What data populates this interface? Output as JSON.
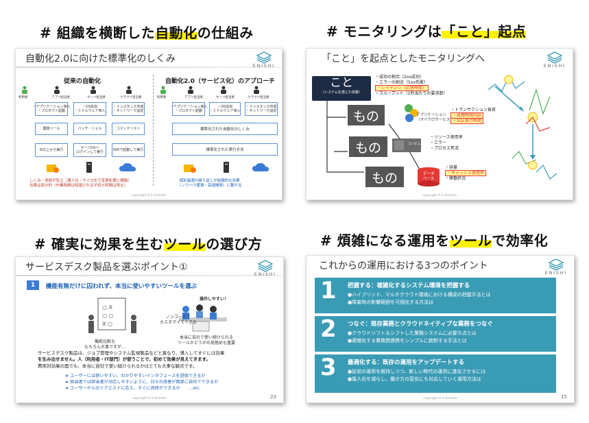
{
  "headings": {
    "h1": {
      "pre": "# 組織を横断した",
      "hl": "自動化",
      "post": "の仕組み"
    },
    "h2": {
      "pre": "# モニタリングは",
      "hl": "「こと」起点",
      "post": ""
    },
    "h3": {
      "pre": "# 確実に効果を生む",
      "hl": "ツール",
      "post": "の選び方"
    },
    "h4": {
      "pre": "# 煩雑になる運用を",
      "hl": "ツール",
      "post": "で効率化"
    }
  },
  "logo_text": "ENISHI",
  "copyright": "copyright X.X Aniseito",
  "slide1": {
    "title": "自動化2.0に向けた標準化のしくみ",
    "left_title": "従来の自動化",
    "right_title": "自動化2.0（サービス化）のアプローチ",
    "roles": [
      "利用者",
      "アプリ担当者",
      "サーバ担当者",
      "クラウド担当者"
    ],
    "left_boxes": {
      "row1": [
        "・アプリケーション導入\n・プロダクト起動",
        "・OS追加\n・ミドルウェア導入",
        "・インスタンス作成\n・ネットワーク設定"
      ],
      "row2": [
        "業務ツール",
        "バッチ・シェル",
        "コマンドリスト"
      ],
      "row3": [
        "ISの上から実行",
        "サーバOSへ\nログインして実行",
        "ISRIで起動して実行"
      ]
    },
    "right_boxes": {
      "row1": [
        "・アプリケーション導入\n・プロダクト起動",
        "・OS追加\n・ミドルウェア導入",
        "・インスタンス作成\n・ネットワーク設定"
      ],
      "row2": "標準化された自動化のしくみ",
      "row3": "標準化された実行方法"
    },
    "note_left": [
      "しくみ・体制が乱立（属人化・サイロ化で変更影響に課題）",
      "効果は部分的（作業時間は短縮されるが待ち時間は残る）"
    ],
    "note_right": [
      "個別最適の繰り返しが組織的な効果",
      "（ノウハウ蓄積・高速開発）に繋がる"
    ]
  },
  "slide2": {
    "title": "「こと」を起点としたモニタリングへ",
    "koto": "こと",
    "koto_sub": "（システムを通じた体験）",
    "koto_bullets": [
      "・成功の割合（2xx成功）",
      "・エラーの割合（5xx失敗）",
      "・レイテンシ（応答時間）",
      "・スループット（1秒当たりの要求数）"
    ],
    "mono": "もの",
    "app_label": [
      "アプリケーション",
      "（マイクロサービス）"
    ],
    "app_bullets": [
      "・トランザクション負荷",
      "・処理時間内訳",
      "・SQL実行時間"
    ],
    "compute_label": "コンピューティング",
    "compute_bullets": [
      "・リソース使用率",
      "・エラー",
      "・プロセス死活"
    ],
    "db_label": [
      "データ",
      "ベース"
    ],
    "db_bullets": [
      "・容量",
      "・キャッシュ使用率",
      "・稼働状況"
    ]
  },
  "slide3": {
    "title": "サービスデスク製品を選ぶポイント①",
    "badge": "1",
    "head": "機能有無だけに囚われず、本当に使いやすいツールを選ぶ",
    "caption_left": [
      "機能比較も",
      "もちろん大事ですが…"
    ],
    "caption_right": [
      "本当に自社で使い続けられる",
      "ツールかどうかの見極めも重要"
    ],
    "bubble1": "操作しやすい！",
    "bubble2": [
      "ノンコードで",
      "カスタマイズできる"
    ],
    "body": [
      "サービスデスク製品は、ジョブ管理やシステム監視製品などと異なり、導入してすぐには効果",
      "を生み出せません。人（利用者・IT部門）が使うことで、初めて効果が見えてきます。",
      "費用対効果の面でも、本当に自社で使い続けられるかはとても大事な観点です。"
    ],
    "list": [
      "➤ ユーザーには使いやすい、わかりやすいインタフェースを提供できるか",
      "➤ 担当者では担当者が対応しやすいように、日々の改善が簡単に自社でできるか",
      "➤ ユーザーからのリクエストに応え、すぐに改修ができるか　　…etc"
    ],
    "page": "23"
  },
  "slide4": {
    "title": "これからの運用における3つのポイント",
    "rows": [
      {
        "num": "1",
        "head": "把握する：複雑化するシステム環境を把握する",
        "b1": "●ハイブリッド、マルチクラウド環境における構成の把握手法とは",
        "b2": "●障害時の影響範囲を可視化する方法は"
      },
      {
        "num": "2",
        "head": "つなぐ：既存業務とクラウドネイティブな業務をつなぐ",
        "b1": "●クラウドリフト＆シフトした業務システムに必要な点とは",
        "b2": "●複雑化する業務間連携をシンプルに統制する手法とは"
      },
      {
        "num": "3",
        "head": "最適化する：既存の運用をアップデートする",
        "b1": "●従前の運用を維持しつつ、新しい時代の運用に進化させるには",
        "b2": "●属人化を減らし、働き方の変化にも対応していく運用方法は"
      }
    ],
    "page": "15"
  },
  "colors": {
    "highlight": "#fff200",
    "teal": "#3a9bb5",
    "blue": "#1a5fb4",
    "red": "#d32f2f"
  }
}
